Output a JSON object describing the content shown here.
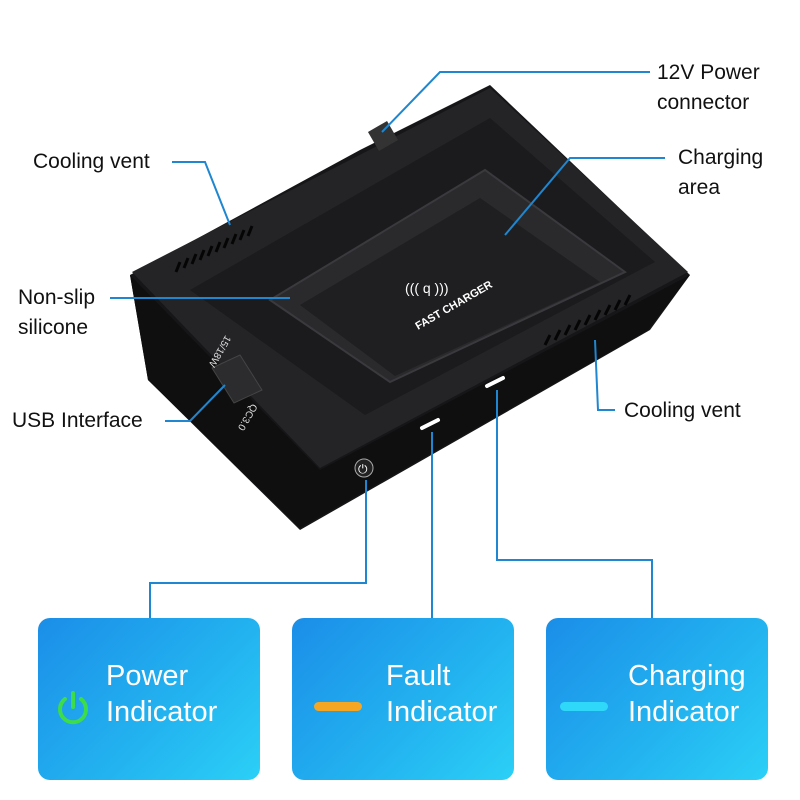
{
  "callouts": {
    "power_connector": [
      "12V Power",
      "connector"
    ],
    "charging_area": [
      "Charging",
      "area"
    ],
    "cooling_vent_left": "Cooling vent",
    "non_slip": [
      "Non-slip",
      "silicone"
    ],
    "usb_interface": "USB Interface",
    "cooling_vent_right": "Cooling vent"
  },
  "device": {
    "pad_text": "FAST CHARGER",
    "port_label_top": "15/18W",
    "port_label_bottom": "QC3.0"
  },
  "indicators": [
    {
      "line1": "Power",
      "line2": "Indicator",
      "icon": "power-icon",
      "color": "#3ddc4a"
    },
    {
      "line1": "Fault",
      "line2": "Indicator",
      "icon": "dash-icon",
      "color": "#f5a623"
    },
    {
      "line1": "Charging",
      "line2": "Indicator",
      "icon": "dash-icon",
      "color": "#2fd8f8"
    }
  ],
  "colors": {
    "line": "#1f86cf",
    "device": "#1c1c1e"
  }
}
